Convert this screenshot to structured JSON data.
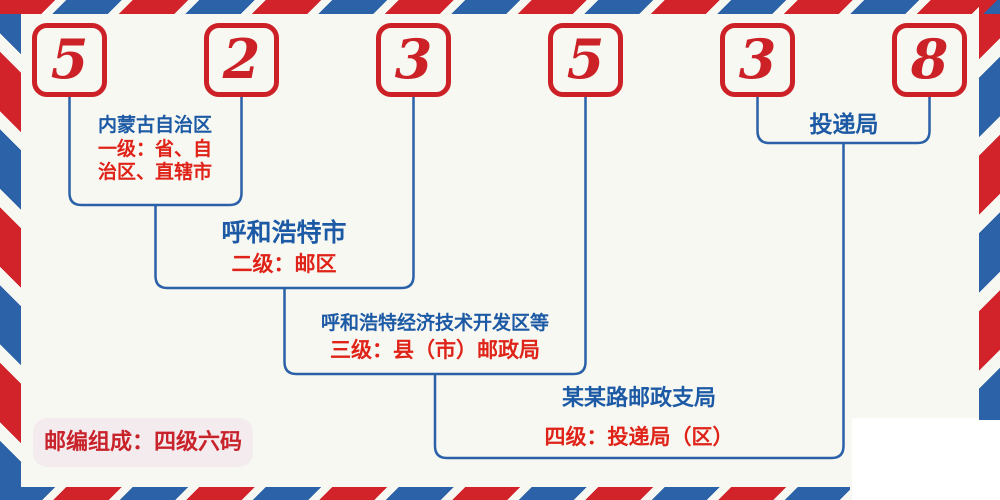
{
  "colors": {
    "background": "#f8f8f2",
    "stripe_red": "#d2232a",
    "stripe_blue": "#2c63a8",
    "digit_red": "#cc2127",
    "heading_blue": "#1d5aa5",
    "desc_red": "#df2318",
    "badge_background": "#f3ebee"
  },
  "postal_code": {
    "digits": [
      "5",
      "2",
      "3",
      "5",
      "3",
      "8"
    ]
  },
  "levels": {
    "one": {
      "region": "内蒙古自治区",
      "desc_line1": "一级：省、自",
      "desc_line2": "治区、直辖市"
    },
    "two": {
      "region": "呼和浩特市",
      "desc": "二级：邮区"
    },
    "three": {
      "region": "呼和浩特经济技术开发区等",
      "desc": "三级：县（市）邮政局"
    },
    "four": {
      "region": "某某路邮政支局",
      "desc": "四级：投递局（区）"
    },
    "five_six": {
      "label": "投递局"
    }
  },
  "footer": {
    "badge": "邮编组成：四级六码"
  }
}
